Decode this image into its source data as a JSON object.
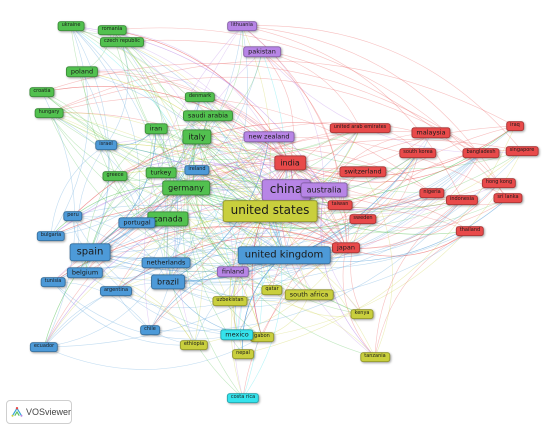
{
  "app": {
    "logo_text": "VOSviewer"
  },
  "colors": {
    "green": "#52c14f",
    "red": "#e84a4a",
    "blue": "#4d9ad8",
    "yellow": "#c9cf3d",
    "purple": "#b785e6",
    "cyan": "#35e3ec"
  },
  "nodes": [
    {
      "label": "ukraine",
      "cluster": "green",
      "size": 1
    },
    {
      "label": "romania",
      "cluster": "green",
      "size": 1
    },
    {
      "label": "czech republic",
      "cluster": "green",
      "size": 1
    },
    {
      "label": "poland",
      "cluster": "green",
      "size": 2
    },
    {
      "label": "croatia",
      "cluster": "green",
      "size": 1
    },
    {
      "label": "hungary",
      "cluster": "green",
      "size": 1
    },
    {
      "label": "denmark",
      "cluster": "green",
      "size": 1
    },
    {
      "label": "saudi arabia",
      "cluster": "green",
      "size": 2
    },
    {
      "label": "iran",
      "cluster": "green",
      "size": 2
    },
    {
      "label": "italy",
      "cluster": "green",
      "size": 3
    },
    {
      "label": "turkey",
      "cluster": "green",
      "size": 2
    },
    {
      "label": "greece",
      "cluster": "green",
      "size": 1
    },
    {
      "label": "germany",
      "cluster": "green",
      "size": 3
    },
    {
      "label": "canada",
      "cluster": "green",
      "size": 3
    },
    {
      "label": "lithuania",
      "cluster": "purple",
      "size": 1
    },
    {
      "label": "pakistan",
      "cluster": "purple",
      "size": 2
    },
    {
      "label": "new zealand",
      "cluster": "purple",
      "size": 2
    },
    {
      "label": "china",
      "cluster": "purple",
      "size": 5
    },
    {
      "label": "australia",
      "cluster": "purple",
      "size": 3
    },
    {
      "label": "finland",
      "cluster": "purple",
      "size": 2
    },
    {
      "label": "india",
      "cluster": "red",
      "size": 3
    },
    {
      "label": "united arab emirates",
      "cluster": "red",
      "size": 1
    },
    {
      "label": "malaysia",
      "cluster": "red",
      "size": 2
    },
    {
      "label": "iraq",
      "cluster": "red",
      "size": 1
    },
    {
      "label": "switzerland",
      "cluster": "red",
      "size": 2
    },
    {
      "label": "south korea",
      "cluster": "red",
      "size": 1
    },
    {
      "label": "bangladesh",
      "cluster": "red",
      "size": 1
    },
    {
      "label": "singapore",
      "cluster": "red",
      "size": 1
    },
    {
      "label": "hong kong",
      "cluster": "red",
      "size": 1
    },
    {
      "label": "nigeria",
      "cluster": "red",
      "size": 1
    },
    {
      "label": "indonesia",
      "cluster": "red",
      "size": 1
    },
    {
      "label": "sri lanka",
      "cluster": "red",
      "size": 1
    },
    {
      "label": "taiwan",
      "cluster": "red",
      "size": 1
    },
    {
      "label": "sweden",
      "cluster": "red",
      "size": 1
    },
    {
      "label": "thailand",
      "cluster": "red",
      "size": 1
    },
    {
      "label": "japan",
      "cluster": "red",
      "size": 2
    },
    {
      "label": "israel",
      "cluster": "blue",
      "size": 1
    },
    {
      "label": "ireland",
      "cluster": "blue",
      "size": 1
    },
    {
      "label": "peru",
      "cluster": "blue",
      "size": 1
    },
    {
      "label": "portugal",
      "cluster": "blue",
      "size": 2
    },
    {
      "label": "bulgaria",
      "cluster": "blue",
      "size": 1
    },
    {
      "label": "spain",
      "cluster": "blue",
      "size": 4
    },
    {
      "label": "netherlands",
      "cluster": "blue",
      "size": 2
    },
    {
      "label": "belgium",
      "cluster": "blue",
      "size": 2
    },
    {
      "label": "tunisia",
      "cluster": "blue",
      "size": 1
    },
    {
      "label": "argentina",
      "cluster": "blue",
      "size": 1
    },
    {
      "label": "brazil",
      "cluster": "blue",
      "size": 3
    },
    {
      "label": "chile",
      "cluster": "blue",
      "size": 1
    },
    {
      "label": "ecuador",
      "cluster": "blue",
      "size": 1
    },
    {
      "label": "united states",
      "cluster": "yellow",
      "size": 5
    },
    {
      "label": "united kingdom",
      "cluster": "blue",
      "size": 4
    },
    {
      "label": "qatar",
      "cluster": "yellow",
      "size": 1
    },
    {
      "label": "south africa",
      "cluster": "yellow",
      "size": 2
    },
    {
      "label": "uzbekistan",
      "cluster": "yellow",
      "size": 1
    },
    {
      "label": "kenya",
      "cluster": "yellow",
      "size": 1
    },
    {
      "label": "ethiopia",
      "cluster": "yellow",
      "size": 1
    },
    {
      "label": "gabon",
      "cluster": "yellow",
      "size": 1
    },
    {
      "label": "nepal",
      "cluster": "yellow",
      "size": 1
    },
    {
      "label": "tanzania",
      "cluster": "yellow",
      "size": 1
    },
    {
      "label": "mexico",
      "cluster": "cyan",
      "size": 2
    },
    {
      "label": "costa rica",
      "cluster": "cyan",
      "size": 1
    }
  ]
}
